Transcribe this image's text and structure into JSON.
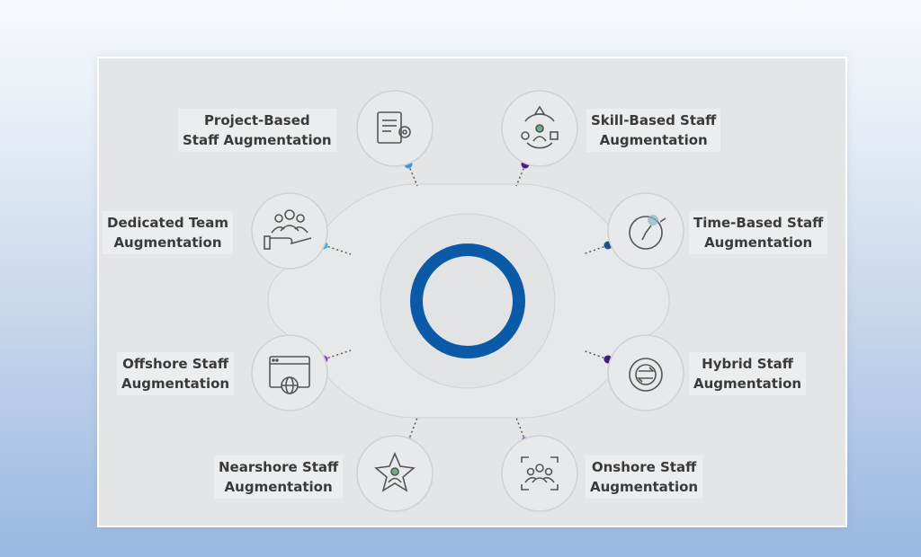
{
  "diagram": {
    "center": {
      "ring_color": "#0a5aa8"
    },
    "items": [
      {
        "id": "project-based",
        "line1": "Project-Based",
        "line2": "Staff Augmentation",
        "icon": "document-gear-icon",
        "dot_color": "#3b9ad6"
      },
      {
        "id": "skill-based",
        "line1": "Skill-Based Staff",
        "line2": "Augmentation",
        "icon": "person-network-icon",
        "dot_color": "#4a1f8a"
      },
      {
        "id": "dedicated-team",
        "line1": "Dedicated Team",
        "line2": "Augmentation",
        "icon": "team-hand-icon",
        "dot_color": "#3bb4d6"
      },
      {
        "id": "time-based",
        "line1": "Time-Based Staff",
        "line2": "Augmentation",
        "icon": "stopwatch-icon",
        "dot_color": "#1f4f8a"
      },
      {
        "id": "offshore",
        "line1": "Offshore Staff",
        "line2": "Augmentation",
        "icon": "globe-browser-icon",
        "dot_color": "#9b3fc4"
      },
      {
        "id": "hybrid",
        "line1": "Hybrid Staff",
        "line2": "Augmentation",
        "icon": "gear-arrows-icon",
        "dot_color": "#3a1f7a"
      },
      {
        "id": "nearshore",
        "line1": "Nearshore Staff",
        "line2": "Augmentation",
        "icon": "star-person-icon",
        "dot_color": "#3bb4d6"
      },
      {
        "id": "onshore",
        "line1": "Onshore Staff",
        "line2": "Augmentation",
        "icon": "group-frame-icon",
        "dot_color": "#9b3fc4"
      }
    ]
  }
}
